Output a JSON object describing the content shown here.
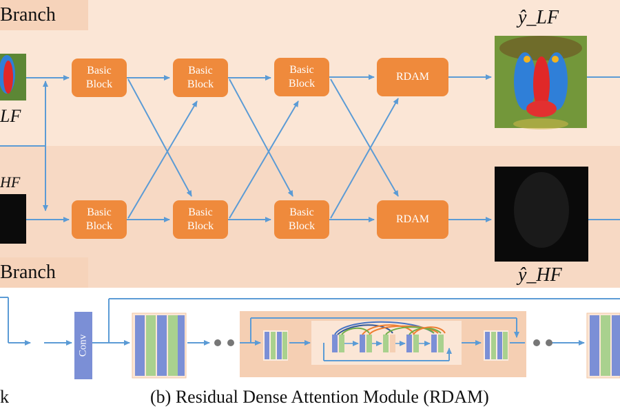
{
  "top_branch": {
    "label": "Branch"
  },
  "bottom_branch": {
    "label": "Branch"
  },
  "inputs": {
    "lf_label": "LF",
    "hf_label": "HF"
  },
  "outputs": {
    "lf_label": "ŷ_LF",
    "hf_label": "ŷ_HF"
  },
  "blocks": {
    "basic_block": "Basic\nBlock",
    "rdam": "RDAM"
  },
  "module": {
    "conv_label": "Conv",
    "left_caption_fragment": "k",
    "caption": "(b) Residual Dense Attention Module (RDAM)"
  },
  "colors": {
    "block_orange": "#ef8a3c",
    "arrow_blue": "#5b9bd5",
    "top_band": "#fbe6d6",
    "bottom_band": "#f7d9c4",
    "conv_blue": "#7b8fd6",
    "bar_green": "#a9d18e"
  }
}
